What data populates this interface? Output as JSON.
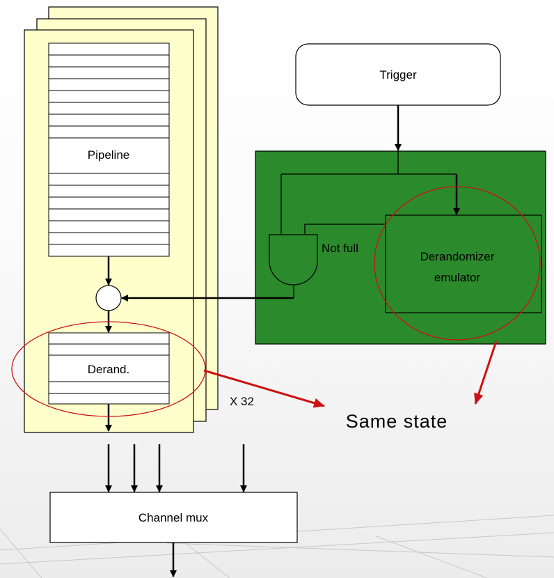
{
  "blocks": {
    "trigger": "Trigger",
    "pipeline": "Pipeline",
    "derand": "Derand.",
    "emulator_line1": "Derandomizer",
    "emulator_line2": "emulator",
    "not_full": "Not full",
    "channel_mux": "Channel mux"
  },
  "annotations": {
    "multiplicity": "X 32",
    "same_state": "Same state"
  },
  "colors": {
    "card_fill": "#ffffcc",
    "emulator_box_fill": "#2b8a2b",
    "highlight_ellipse": "#cc1111",
    "outline": "#000000"
  }
}
